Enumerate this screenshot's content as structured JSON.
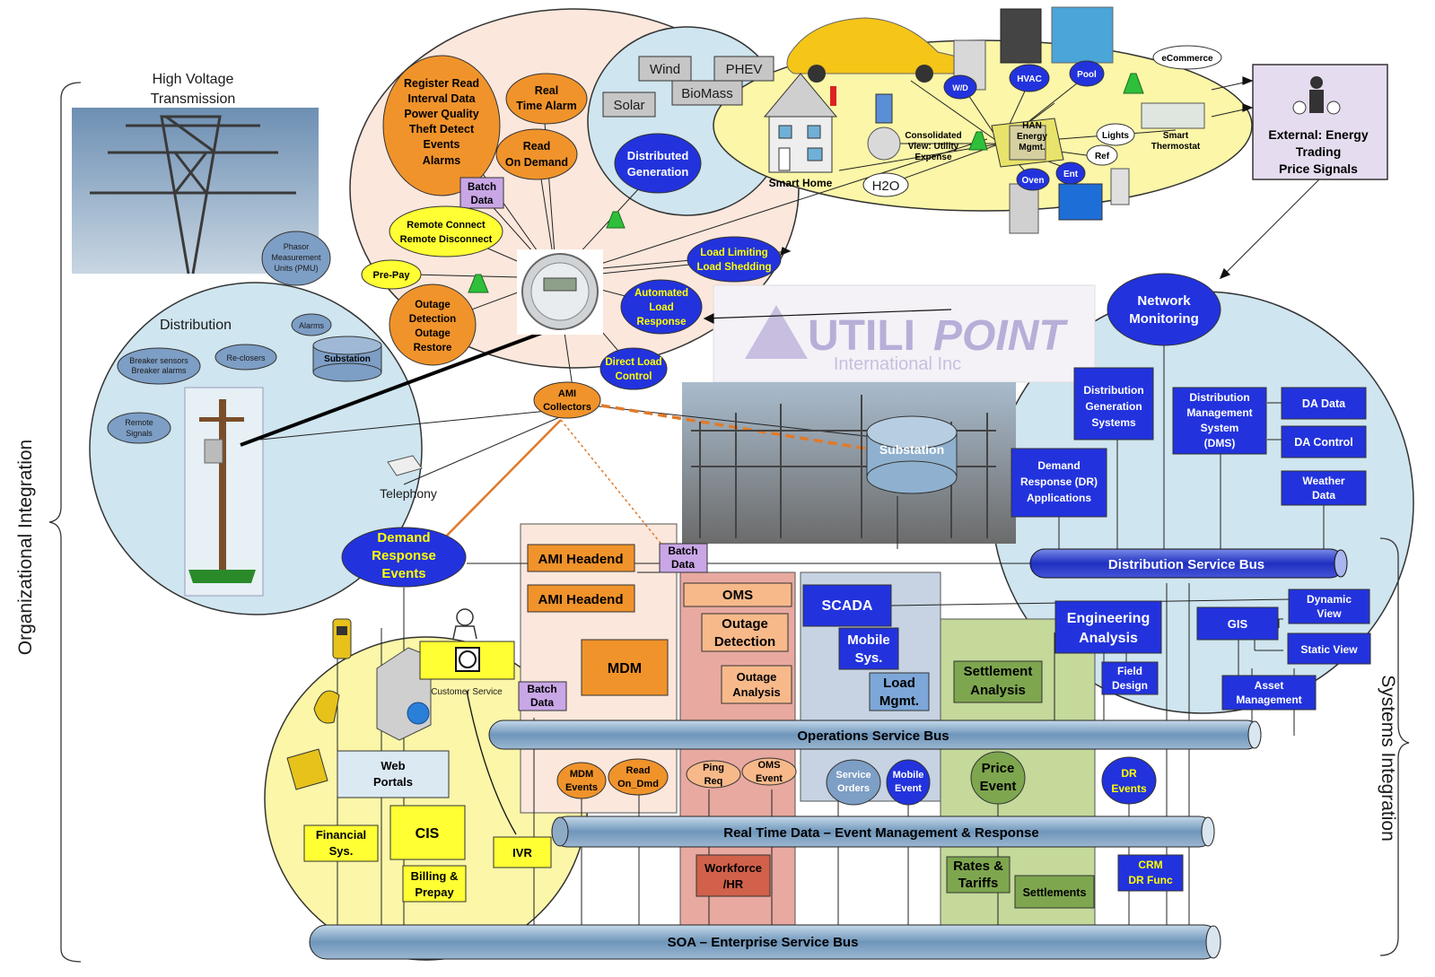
{
  "side_labels": {
    "left": "Organizational Integration",
    "right": "Systems Integration"
  },
  "transmission": {
    "title_line1": "High Voltage",
    "title_line2": "Transmission",
    "pmu": [
      "Phasor",
      "Measurement",
      "Units (PMU)"
    ]
  },
  "distribution": {
    "title": "Distribution",
    "alarms": "Alarms",
    "breaker": [
      "Breaker sensors",
      "Breaker alarms"
    ],
    "reclosers": "Re-closers",
    "substation": "Substation",
    "remote_signals": [
      "Remote",
      "Signals"
    ],
    "telephony": "Telephony"
  },
  "ami": {
    "register": [
      "Register Read",
      "Interval Data",
      "Power Quality",
      "Theft Detect",
      "Events",
      "Alarms"
    ],
    "real_time_alarm": [
      "Real",
      "Time Alarm"
    ],
    "read_on_demand": [
      "Read",
      "On Demand"
    ],
    "batch_data": [
      "Batch",
      "Data"
    ],
    "remote_connect": [
      "Remote Connect",
      "Remote Disconnect"
    ],
    "pre_pay": "Pre-Pay",
    "outage": [
      "Outage",
      "Detection",
      "Outage",
      "Restore"
    ],
    "ami_collectors": [
      "AMI",
      "Collectors"
    ],
    "direct_load": [
      "Direct Load",
      "Control"
    ],
    "automated_load": [
      "Automated",
      "Load",
      "Response"
    ],
    "load_limiting": [
      "Load Limiting",
      "Load Shedding"
    ]
  },
  "generation": {
    "wind": "Wind",
    "phev": "PHEV",
    "biomass": "BioMass",
    "solar": "Solar",
    "distributed": [
      "Distributed",
      "Generation"
    ]
  },
  "home": {
    "smart_home": "Smart Home",
    "h2o": "H2O",
    "consolidated": [
      "Consolidated",
      "View: Utility",
      "Expense"
    ],
    "han": [
      "HAN",
      "Energy",
      "Mgmt."
    ],
    "wd": "W/D",
    "hvac": "HVAC",
    "pool": "Pool",
    "ecommerce": "eCommerce",
    "lights": "Lights",
    "ref": "Ref",
    "oven": "Oven",
    "ent": "Ent",
    "smart_thermostat": [
      "Smart",
      "Thermostat"
    ]
  },
  "external": [
    "External: Energy",
    "Trading",
    "Price Signals"
  ],
  "watermark": {
    "brand_a": "UTILI",
    "brand_b": "POINT",
    "sub": "International Inc"
  },
  "substation_center": "Substation",
  "network": {
    "monitoring": [
      "Network",
      "Monitoring"
    ],
    "dg_systems": [
      "Distribution",
      "Generation",
      "Systems"
    ],
    "dms": [
      "Distribution",
      "Management",
      "System",
      "(DMS)"
    ],
    "da_data": "DA Data",
    "da_control": "DA Control",
    "dr_apps": [
      "Demand",
      "Response (DR)",
      "Applications"
    ],
    "weather": [
      "Weather",
      "Data"
    ],
    "dist_bus": "Distribution Service Bus",
    "engineering": [
      "Engineering",
      "Analysis"
    ],
    "gis": "GIS",
    "dynamic_view": [
      "Dynamic",
      "View"
    ],
    "static_view": "Static View",
    "field_design": [
      "Field",
      "Design"
    ],
    "asset_mgmt": [
      "Asset",
      "Management"
    ]
  },
  "center": {
    "dr_events": [
      "Demand",
      "Response",
      "Events"
    ],
    "ami_headend": "AMI Headend",
    "batch_data": [
      "Batch",
      "Data"
    ],
    "mdm": "MDM",
    "oms": "OMS",
    "outage_detection": [
      "Outage",
      "Detection"
    ],
    "outage_analysis": [
      "Outage",
      "Analysis"
    ],
    "scada": "SCADA",
    "mobile_sys": [
      "Mobile",
      "Sys."
    ],
    "load_mgmt": [
      "Load",
      "Mgmt."
    ],
    "settlement_analysis": [
      "Settlement",
      "Analysis"
    ],
    "ops_bus": "Operations Service Bus",
    "mdm_events": [
      "MDM",
      "Events"
    ],
    "read_on_dmd": [
      "Read",
      "On_Dmd"
    ],
    "ping_req": [
      "Ping",
      "Req"
    ],
    "oms_event": [
      "OMS",
      "Event"
    ],
    "service_orders": [
      "Service",
      "Orders"
    ],
    "mobile_event": [
      "Mobile",
      "Event"
    ],
    "price_event": [
      "Price",
      "Event"
    ],
    "dr_events_small": [
      "DR",
      "Events"
    ],
    "rt_bus": "Real Time Data – Event Management & Response",
    "workforce": [
      "Workforce",
      "/HR"
    ],
    "rates": [
      "Rates &",
      "Tariffs"
    ],
    "settlements": "Settlements",
    "crm": [
      "CRM",
      "DR Func"
    ],
    "soa_bus": "SOA – Enterprise Service Bus"
  },
  "customer": {
    "customer_service": "Customer Service",
    "web_portals": [
      "Web",
      "Portals"
    ],
    "financial": [
      "Financial",
      "Sys."
    ],
    "cis": "CIS",
    "ivr": "IVR",
    "billing": [
      "Billing &",
      "Prepay"
    ]
  }
}
